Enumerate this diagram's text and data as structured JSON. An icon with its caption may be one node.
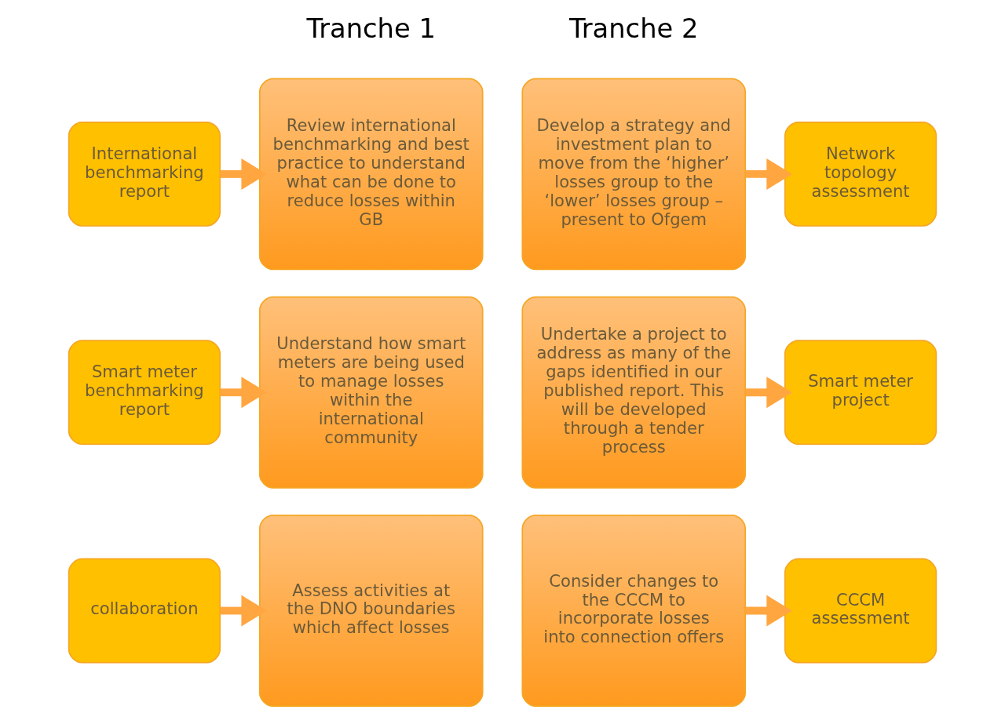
{
  "diagram": {
    "nodes": [
      {
        "text": [
          "International benchmarking report"
        ]
      },
      {
        "text": [
          "Review international benchmarking and best practice to understand what can be done to reduce losses within GB"
        ]
      },
      {
        "text": [
          "Develop a strategy and investment plan to move from the ‘higher’ losses group to the ‘lower’ losses group – present to Ofgem"
        ]
      },
      {
        "text": [
          "Network topology assessment"
        ]
      },
      {
        "text": [
          "Smart meter benchmarking report"
        ]
      },
      {
        "text": [
          "Understand how smart meters are being used to manage losses within the international community"
        ]
      },
      {
        "text": [
          "Undertake a project to address as many of the gaps identified in our published report. This will be developed through a tender process"
        ]
      },
      {
        "text": [
          "Smart meter project"
        ]
      },
      {
        "text": [
          "collaboration"
        ]
      },
      {
        "text": [
          "Assess activities at the DNO boundaries which affect losses"
        ]
      },
      {
        "text": [
          "Consider changes to the CCCM to incorporate losses into connection offers"
        ]
      },
      {
        "text": [
          "CCCM assessment"
        ]
      }
    ],
    "edges": [
      {
        "from": 0,
        "to": 1,
        "arrow": "to"
      },
      {
        "from": 2,
        "to": 3,
        "arrow": "to"
      },
      {
        "from": 4,
        "to": 5,
        "arrow": "to"
      },
      {
        "from": 6,
        "to": 7,
        "arrow": "to"
      },
      {
        "from": 8,
        "to": 9,
        "arrow": "to"
      },
      {
        "from": 10,
        "to": 11,
        "arrow": "to"
      }
    ],
    "labels": [
      "Tranche 1",
      "Tranche 2"
    ]
  }
}
